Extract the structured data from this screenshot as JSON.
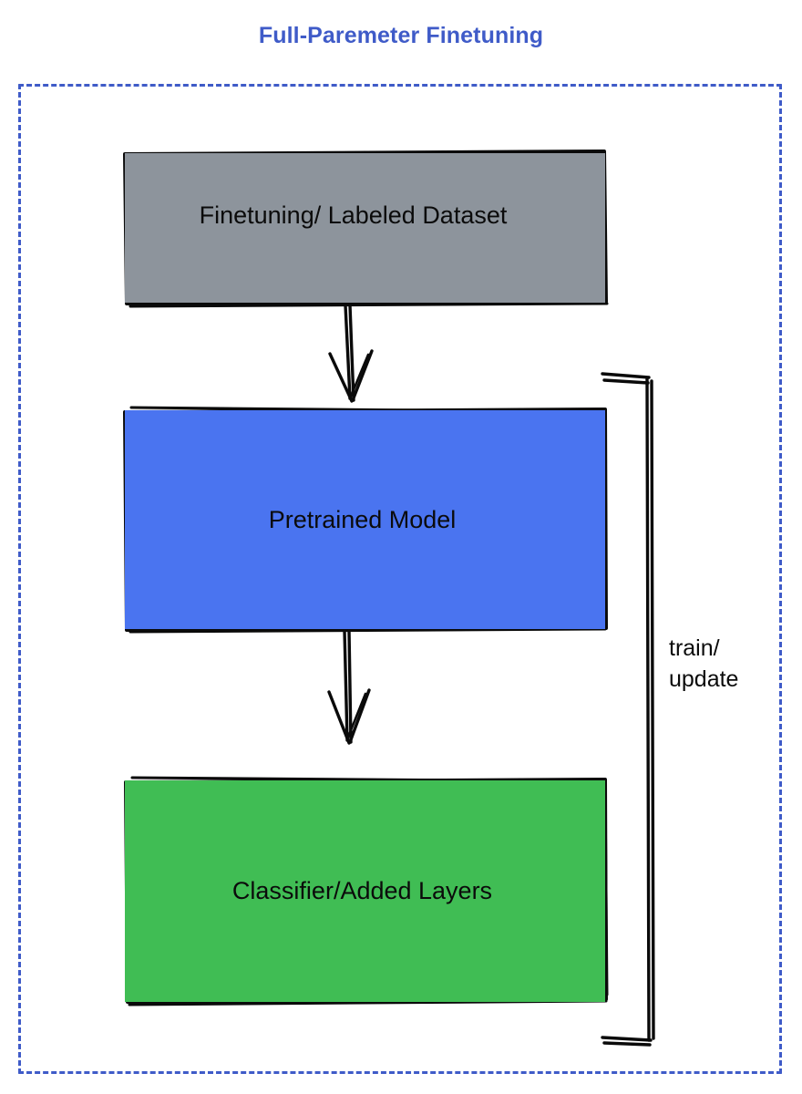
{
  "diagram": {
    "title": "Full-Paremeter Finetuning",
    "title_color": "#3f5bc8",
    "frame": {
      "style": "dashed",
      "color": "#3f5bc8"
    },
    "nodes": [
      {
        "id": "dataset",
        "label": "Finetuning/ Labeled Dataset",
        "fill": "#8d949c",
        "stroke": "#000000",
        "shape": "rectangle"
      },
      {
        "id": "pretrained",
        "label": "Pretrained Model",
        "fill": "#4a74f0",
        "stroke": "#000000",
        "shape": "rectangle"
      },
      {
        "id": "classifier",
        "label": "Classifier/Added Layers",
        "fill": "#40bd54",
        "stroke": "#000000",
        "shape": "rectangle"
      }
    ],
    "edges": [
      {
        "id": "dataset-to-pretrained",
        "from": "dataset",
        "to": "pretrained",
        "label": "",
        "arrowhead": "open",
        "direction": "down"
      },
      {
        "id": "pretrained-to-classifier",
        "from": "pretrained",
        "to": "classifier",
        "label": "",
        "arrowhead": "open",
        "direction": "down"
      },
      {
        "id": "feedback-loop",
        "from": "classifier",
        "to": "pretrained",
        "label": "train/\nupdate",
        "arrowhead": "none",
        "direction": "up-right-bracket"
      }
    ]
  }
}
